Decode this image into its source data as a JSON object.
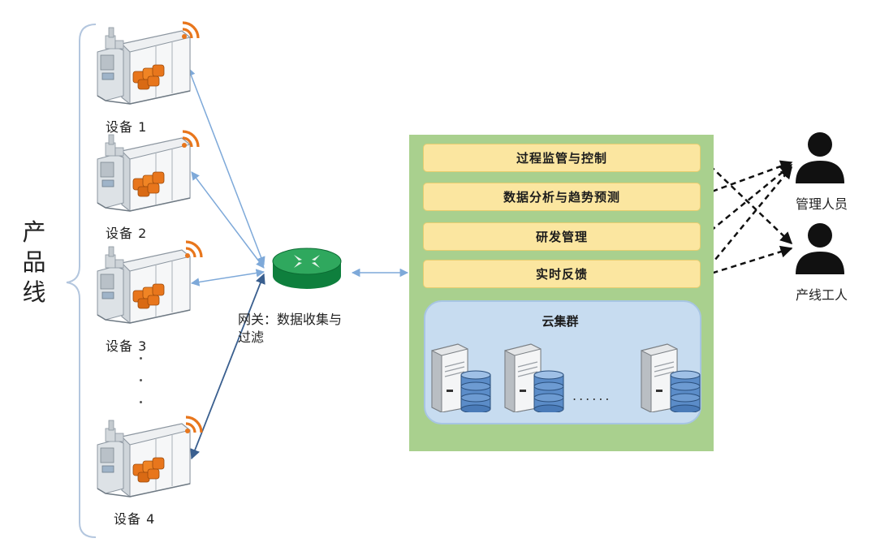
{
  "product_line": {
    "label": "产品线"
  },
  "devices": [
    {
      "label": "设备 1"
    },
    {
      "label": "设备 2"
    },
    {
      "label": "设备 3"
    },
    {
      "label": "设备 4"
    }
  ],
  "gateway": {
    "label_line1": "网关：数据收集与",
    "label_line2": "过滤"
  },
  "cloud": {
    "functions": [
      {
        "label": "过程监管与控制"
      },
      {
        "label": "数据分析与趋势预测"
      },
      {
        "label": "研发管理"
      },
      {
        "label": "实时反馈"
      }
    ],
    "cluster": {
      "title": "云集群",
      "ellipsis": "......"
    }
  },
  "roles": [
    {
      "label": "管理人员"
    },
    {
      "label": "产线工人"
    }
  ],
  "colors": {
    "cloud_panel": "#a9d08e",
    "function_bar": "#fbe6a0",
    "cluster": "#c7dcf0",
    "arrow_blue": "#7ea9d9",
    "wifi_orange": "#e8761c"
  }
}
